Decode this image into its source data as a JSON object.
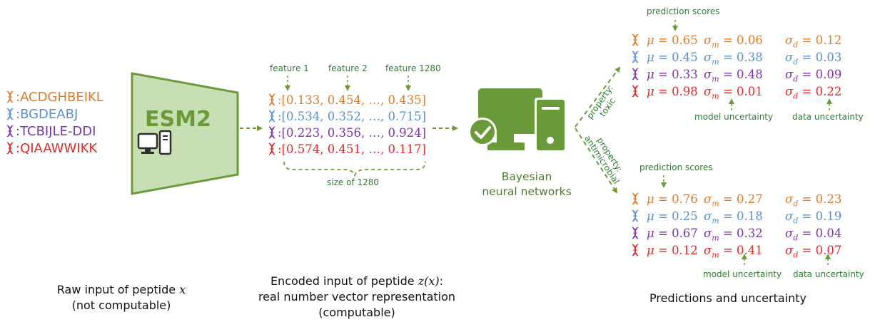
{
  "colors": {
    "green": "#6a9a3a",
    "green_fill": "#c8dfb4",
    "seq": [
      "#e07b2a",
      "#5b8fd0",
      "#7b35a8",
      "#e3262b"
    ]
  },
  "raw_input": {
    "sequences": [
      ":ACDGHBEIKL",
      ":BGDEABJ",
      ":TCBIJLE-DDI",
      ":QIAAWWIKK"
    ],
    "caption_line1": "Raw input of peptide ",
    "caption_var": "x",
    "caption_line2": "(not computable)"
  },
  "encoder": {
    "label": "ESM2",
    "icon": "desktop-computer-icon"
  },
  "encoded": {
    "feature_labels": [
      "feature 1",
      "feature 2",
      "feature 1280"
    ],
    "vectors": [
      ":[0.133, 0.454, …, 0.435]",
      ":[0.534, 0.352, …, 0.715]",
      ":[0.223, 0.356, …, 0.924]",
      ":[0.574, 0.451, …, 0.117]"
    ],
    "size_label": "size of 1280",
    "caption_line1": "Encoded input of peptide ",
    "caption_var": "z(x)",
    "caption_colon": ":",
    "caption_line2": "real number vector representation",
    "caption_line3": "(computable)"
  },
  "model": {
    "label_line1": "Bayesian",
    "label_line2": "neural networks",
    "icon": "computer-checkmark-icon",
    "branch_toxic": "property: toxic",
    "branch_toxic_l1": "property:",
    "branch_toxic_l2": "toxic",
    "branch_amp_l1": "property:",
    "branch_amp_l2": "antimicrobial"
  },
  "toxic": {
    "header": "prediction scores",
    "rows": [
      {
        "mu": "0.65",
        "sm": "0.06",
        "sd": "0.12"
      },
      {
        "mu": "0.45",
        "sm": "0.38",
        "sd": "0.03"
      },
      {
        "mu": "0.33",
        "sm": "0.48",
        "sd": "0.09"
      },
      {
        "mu": "0.98",
        "sm": "0.01",
        "sd": "0.22"
      }
    ],
    "model_uncertainty": "model uncertainty",
    "data_uncertainty": "data uncertainty"
  },
  "antimicrobial": {
    "header": "prediction scores",
    "rows": [
      {
        "mu": "0.76",
        "sm": "0.27",
        "sd": "0.23"
      },
      {
        "mu": "0.25",
        "sm": "0.18",
        "sd": "0.19"
      },
      {
        "mu": "0.67",
        "sm": "0.32",
        "sd": "0.04"
      },
      {
        "mu": "0.12",
        "sm": "0.41",
        "sd": "0.07"
      }
    ],
    "model_uncertainty": "model uncertainty",
    "data_uncertainty": "data uncertainty"
  },
  "predictions_caption": "Predictions and uncertainty"
}
